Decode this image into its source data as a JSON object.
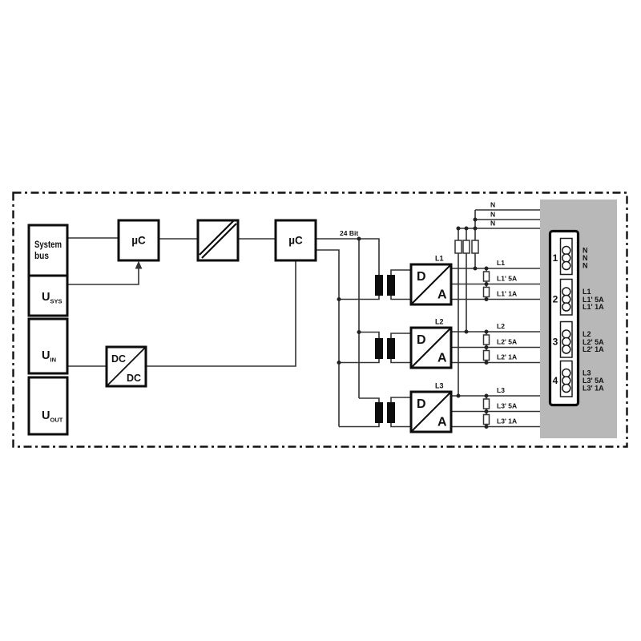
{
  "left_stack": {
    "system_bus_line1": "System",
    "system_bus_line2": "bus",
    "u_sys": {
      "base": "U",
      "sub": "SYS"
    },
    "u_in": {
      "base": "U",
      "sub": "IN"
    },
    "u_out": {
      "base": "U",
      "sub": "OUT"
    }
  },
  "blocks": {
    "uc1_label": "µC",
    "uc2_label": "µC",
    "dcdc_top": "DC",
    "dcdc_bottom": "DC"
  },
  "bus_label": "24 Bit",
  "n_lines": [
    "N",
    "N",
    "N"
  ],
  "channels": [
    {
      "name": "L1",
      "da_top": "D",
      "da_bottom": "A",
      "outputs": [
        "L1",
        "L1' 5A",
        "L1' 1A"
      ]
    },
    {
      "name": "L2",
      "da_top": "D",
      "da_bottom": "A",
      "outputs": [
        "L2",
        "L2' 5A",
        "L2' 1A"
      ]
    },
    {
      "name": "L3",
      "da_top": "D",
      "da_bottom": "A",
      "outputs": [
        "L3",
        "L3' 5A",
        "L3' 1A"
      ]
    }
  ],
  "terminal_block": {
    "groups": [
      {
        "number": "1",
        "labels": [
          "N",
          "N",
          "N"
        ]
      },
      {
        "number": "2",
        "labels": [
          "L1",
          "L1' 5A",
          "L1' 1A"
        ]
      },
      {
        "number": "3",
        "labels": [
          "L2",
          "L2' 5A",
          "L2' 1A"
        ]
      },
      {
        "number": "4",
        "labels": [
          "L3",
          "L3' 5A",
          "L3' 1A"
        ]
      }
    ]
  },
  "colors": {
    "panel": "#b8b8b8",
    "wire": "#333333",
    "border": "#0d0d0d",
    "background": "#ffffff"
  }
}
